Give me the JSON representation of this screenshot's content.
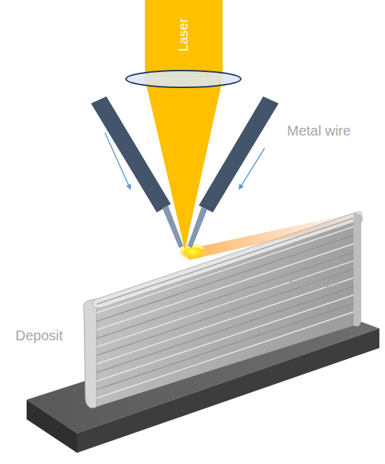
{
  "diagram": {
    "labels": [
      "Laser",
      "Metal wire",
      "Subtract",
      "Deposit"
    ]
  }
}
